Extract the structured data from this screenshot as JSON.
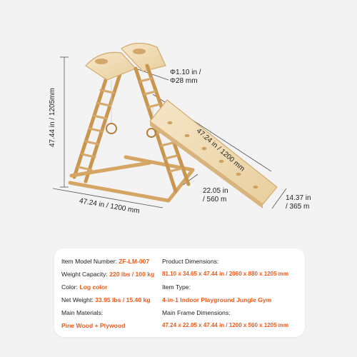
{
  "dimensions": {
    "height": "47.44 in / 1205mm",
    "bar_diameter": "Φ1.10 in /\nΦ28 mm",
    "slide_length": "47.24 in / 1200 mm",
    "base_width": "47.24 in / 1200 mm",
    "base_depth": "22.05 in\n/ 560 m",
    "slide_width": "14.37 in\n/ 365 m"
  },
  "specs": {
    "model": {
      "label": "Item Model Number:",
      "value": "ZF-LM-007"
    },
    "weight_capacity": {
      "label": "Weight Capacity:",
      "value": "220 lbs / 100 kg"
    },
    "color": {
      "label": "Color:",
      "value": "Log color"
    },
    "net_weight": {
      "label": "Net Weight:",
      "value": "33.95 lbs / 15.40 kg"
    },
    "materials": {
      "label": "Main Materials:",
      "value": "Pine Wood + Plywood"
    },
    "product_dimensions": {
      "label": "Product Dimensions:",
      "value": "81.10 x 34.65 x 47.44 in / 2060 x 880 x 1205 mm"
    },
    "item_type": {
      "label": "Item Type:",
      "value": "4-in-1 Indoor Playground Jungle Gym"
    },
    "frame_dimensions": {
      "label": "Main Frame Dimensions:",
      "value": "47.24 x 22.05 x 47.44 in / 1200 x 560 x 1205 mm"
    }
  },
  "colors": {
    "accent": "#ee5a1a",
    "wood": "#e3bf8a",
    "wood_dark": "#c9954f",
    "panel": "#ffffff",
    "background": "#f3f3f3"
  }
}
